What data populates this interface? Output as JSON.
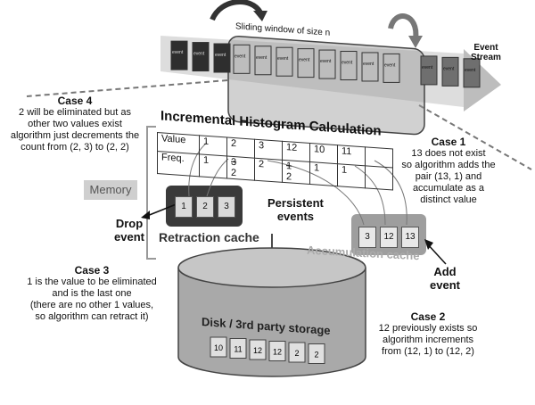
{
  "event_stream": {
    "window_label": "Sliding window of size n",
    "stream_label_1": "Event",
    "stream_label_2": "Stream",
    "event_label": "event",
    "outside_left_count": 3,
    "inside_count": 8,
    "outside_right_count": 3
  },
  "histogram": {
    "title": "Incremental Histogram Calculation",
    "row_labels": [
      "Value",
      "Freq."
    ],
    "values": [
      "1",
      "2",
      "3",
      "12",
      "10",
      "11",
      ""
    ],
    "freqs": [
      "1",
      "3",
      "2",
      "1",
      "1",
      "1",
      ""
    ],
    "freq_updates": [
      "",
      "2",
      "",
      "2",
      "",
      "",
      ""
    ]
  },
  "memory_label": "Memory",
  "retraction_cache": {
    "label": "Retraction cache",
    "items": [
      "1",
      "2",
      "3"
    ]
  },
  "accumulation_cache": {
    "label": "Accumulation cache",
    "items": [
      "3",
      "12",
      "13"
    ]
  },
  "drop_event": {
    "line1": "Drop",
    "line2": "event"
  },
  "add_event": {
    "line1": "Add",
    "line2": "event"
  },
  "persistent_events": {
    "line1": "Persistent",
    "line2": "events"
  },
  "storage": {
    "label": "Disk / 3rd party storage",
    "items": [
      "10",
      "11",
      "12",
      "12",
      "2",
      "2"
    ]
  },
  "cases": {
    "case1": {
      "title": "Case 1",
      "lines": [
        "13 does not exist",
        "so algorithm adds the",
        "pair (13, 1) and",
        "accumulate as a",
        "distinct value"
      ]
    },
    "case2": {
      "title": "Case 2",
      "lines": [
        "12 previously exists so",
        "algorithm increments",
        "from (12, 1) to (12, 2)"
      ]
    },
    "case3": {
      "title": "Case 3",
      "lines": [
        "1 is the value to be eliminated",
        "and is the last one",
        "(there are no other 1 values,",
        "so algorithm can retract it)"
      ]
    },
    "case4": {
      "title": "Case 4",
      "lines": [
        "2  will be eliminated but as",
        "other two values exist",
        "algorithm just decrements the",
        "count from (2, 3) to (2, 2)"
      ]
    }
  }
}
